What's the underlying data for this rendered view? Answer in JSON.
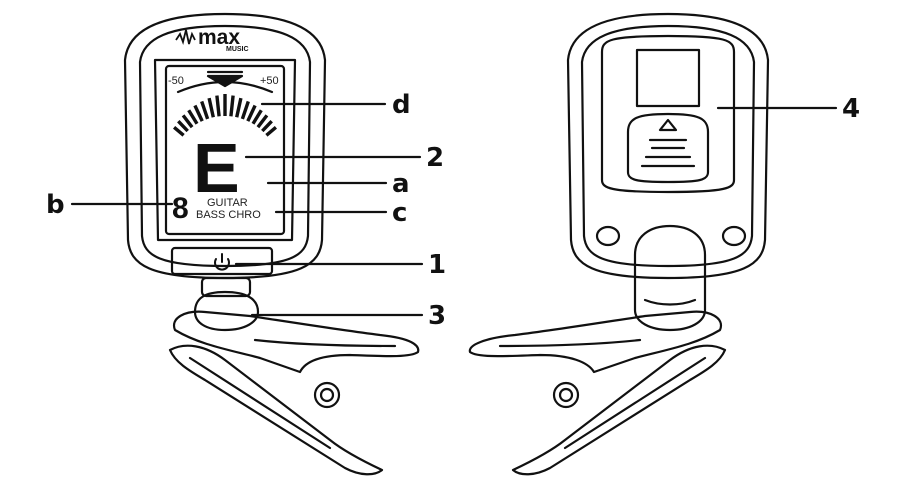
{
  "brand": {
    "name": "max",
    "sub": "MUSIC"
  },
  "display": {
    "scale_left": "-50",
    "scale_right": "+50",
    "note": "E",
    "string_number": "8",
    "mode_line1": "GUITAR",
    "mode_line2": "BASS CHRO"
  },
  "callouts": {
    "d": "d",
    "two": "2",
    "a": "a",
    "c": "c",
    "b": "b",
    "one": "1",
    "three": "3",
    "four": "4"
  },
  "icons": {
    "power": "power-icon",
    "battery_cover": "eject-triangle-icon"
  },
  "colors": {
    "ink": "#111111",
    "background": "#ffffff"
  }
}
